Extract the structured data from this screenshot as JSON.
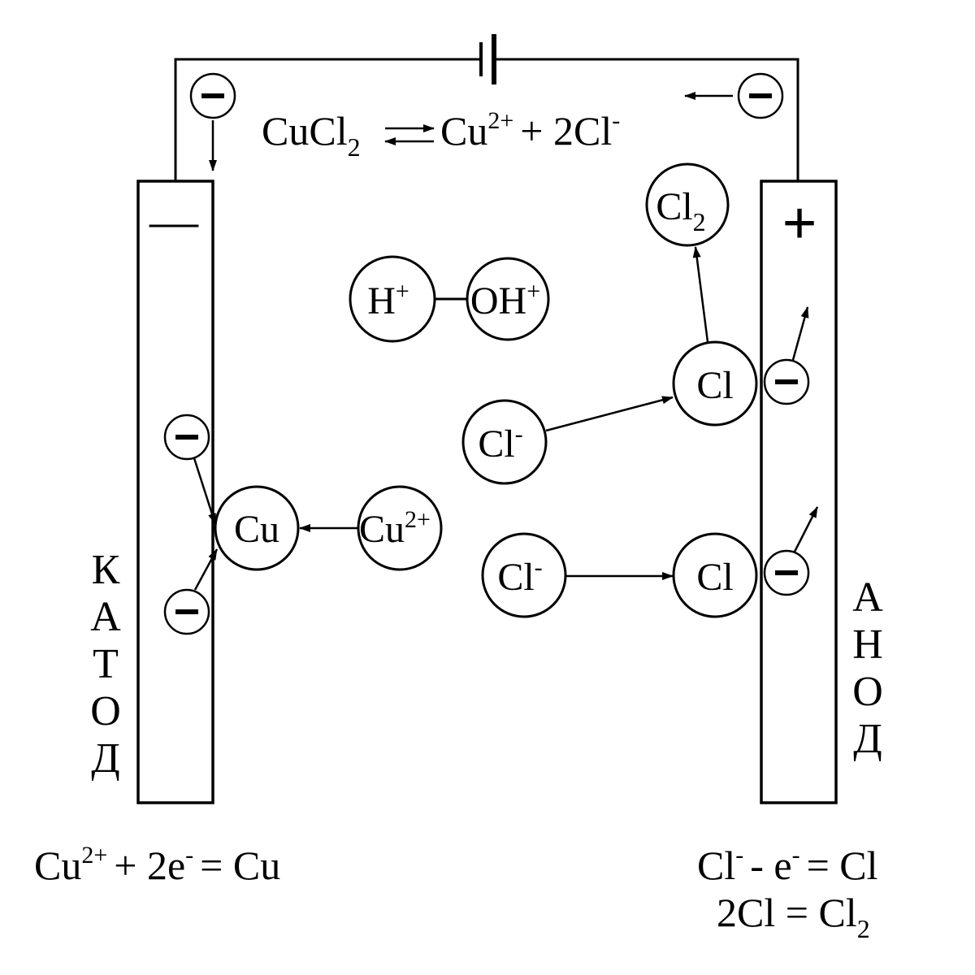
{
  "equations": {
    "dissociation": {
      "main": "CuCl",
      "sub": "2",
      "arrow": "⇄",
      "cu": "Cu",
      "cu_charge": "2+",
      "plus": "+ 2Cl",
      "cl_charge": "-"
    },
    "cathode_reaction": {
      "cu": "Cu",
      "cu_charge": "2+",
      "mid": "+ 2e",
      "e_charge": "-",
      "rest": "= Cu"
    },
    "anode_reaction_1": {
      "cl": "Cl",
      "cl_charge": "-",
      "mid": "- e",
      "e_charge": "-",
      "rest": "= Cl"
    },
    "anode_reaction_2": {
      "main": "2Cl = Cl",
      "sub": "2"
    }
  },
  "electrodes": {
    "cathode": {
      "sign": "—",
      "label_letters": [
        "К",
        "А",
        "Т",
        "О",
        "Д"
      ]
    },
    "anode": {
      "sign": "+",
      "label_letters": [
        "А",
        "Н",
        "О",
        "Д"
      ]
    }
  },
  "particles": {
    "electron": "—",
    "h_plus": {
      "base": "H",
      "charge": "+"
    },
    "oh": {
      "base": "OH",
      "charge": "+"
    },
    "cu": "Cu",
    "cu_ion": {
      "base": "Cu",
      "charge": "2+"
    },
    "cl_ion": {
      "base": "Cl",
      "charge": "-"
    },
    "cl_atom": "Cl",
    "cl2": {
      "base": "Cl",
      "sub": "2"
    }
  }
}
